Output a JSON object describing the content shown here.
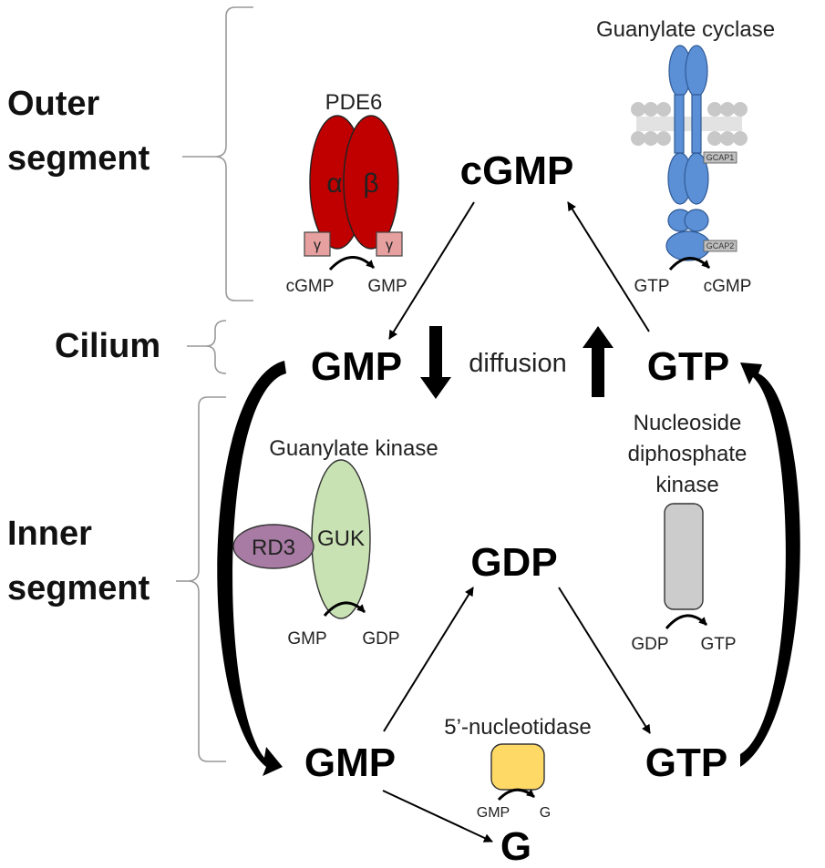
{
  "regions": {
    "outer_line1": "Outer",
    "outer_line2": "segment",
    "cilium": "Cilium",
    "inner_line1": "Inner",
    "inner_line2": "segment"
  },
  "metabolites": {
    "cgmp": "cGMP",
    "gmp_top": "GMP",
    "gtp_top": "GTP",
    "gdp": "GDP",
    "gmp_bottom": "GMP",
    "gtp_bottom": "GTP",
    "g": "G"
  },
  "diffusion": "diffusion",
  "enzymes": {
    "pde6": {
      "name": "PDE6",
      "alpha": "α",
      "beta": "β",
      "gamma_left": "γ",
      "gamma_right": "γ",
      "substrate": "cGMP",
      "product": "GMP"
    },
    "guanylate_cyclase": {
      "name": "Guanylate cyclase",
      "gcap1": "GCAP1",
      "gcap2": "GCAP2",
      "substrate": "GTP",
      "product": "cGMP"
    },
    "guanylate_kinase": {
      "name": "Guanylate kinase",
      "guk": "GUK",
      "rd3": "RD3",
      "substrate": "GMP",
      "product": "GDP"
    },
    "ndk": {
      "name_line1": "Nucleoside",
      "name_line2": "diphosphate",
      "name_line3": "kinase",
      "substrate": "GDP",
      "product": "GTP"
    },
    "nucleotidase": {
      "name": "5’-nucleotidase",
      "substrate": "GMP",
      "product": "G"
    }
  },
  "colors": {
    "pde6": "#c00000",
    "pde6_gamma": "#e6a0a0",
    "cyclase": "#5b8fd6",
    "guk": "#c9e2b3",
    "rd3": "#a77ba3",
    "ndk": "#cccccc",
    "nucleotidase": "#ffd966",
    "membrane": "#c8c8c8"
  }
}
